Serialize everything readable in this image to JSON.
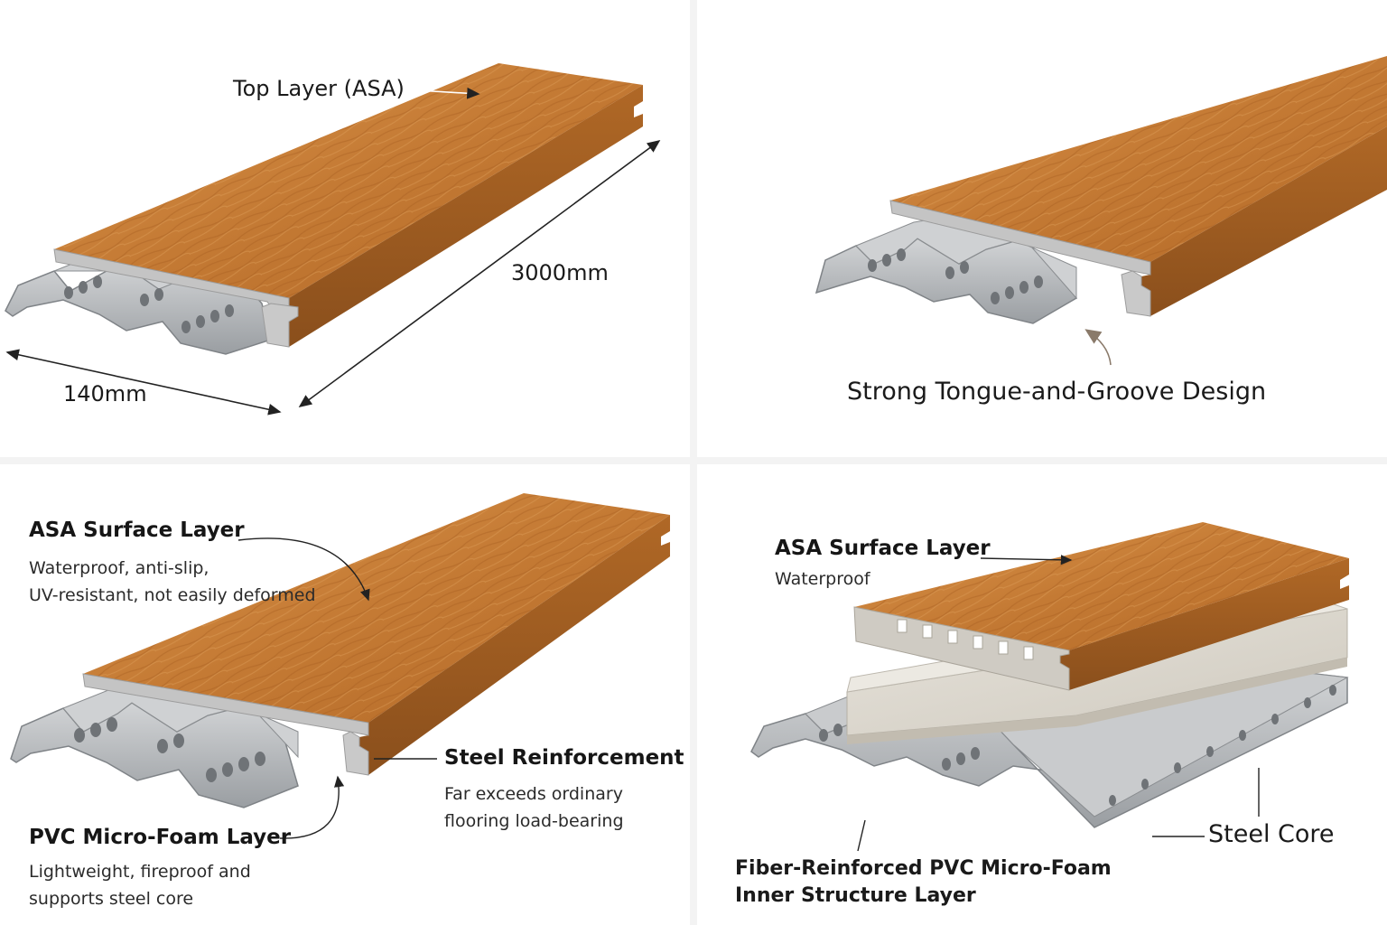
{
  "panel_top_left": {
    "top_layer": "Top Layer (ASA)",
    "length": "3000mm",
    "width": "140mm"
  },
  "panel_top_right": {
    "caption": "Strong Tongue-and-Groove Design"
  },
  "panel_bottom_left": {
    "asa": {
      "title": "ASA Surface Layer",
      "desc1": "Waterproof, anti-slip,",
      "desc2": "UV-resistant, not easily deformed"
    },
    "steel": {
      "title": "Steel Reinforcement",
      "desc1": "Far exceeds ordinary",
      "desc2": "flooring load-bearing"
    },
    "pvc": {
      "title": "PVC Micro-Foam Layer",
      "desc1": "Lightweight, fireproof and",
      "desc2": "supports steel core"
    }
  },
  "panel_bottom_right": {
    "asa": {
      "title": "ASA Surface Layer",
      "desc": "Waterproof"
    },
    "steel_core": "Steel Core",
    "fiber": {
      "line1": "Fiber-Reinforced PVC Micro-Foam",
      "line2": "Inner Structure Layer"
    }
  },
  "colors": {
    "wood": "#c8803a",
    "wood_dark": "#9a5a22",
    "steel": "#b9bcbf",
    "foam": "#dcd8cf"
  }
}
